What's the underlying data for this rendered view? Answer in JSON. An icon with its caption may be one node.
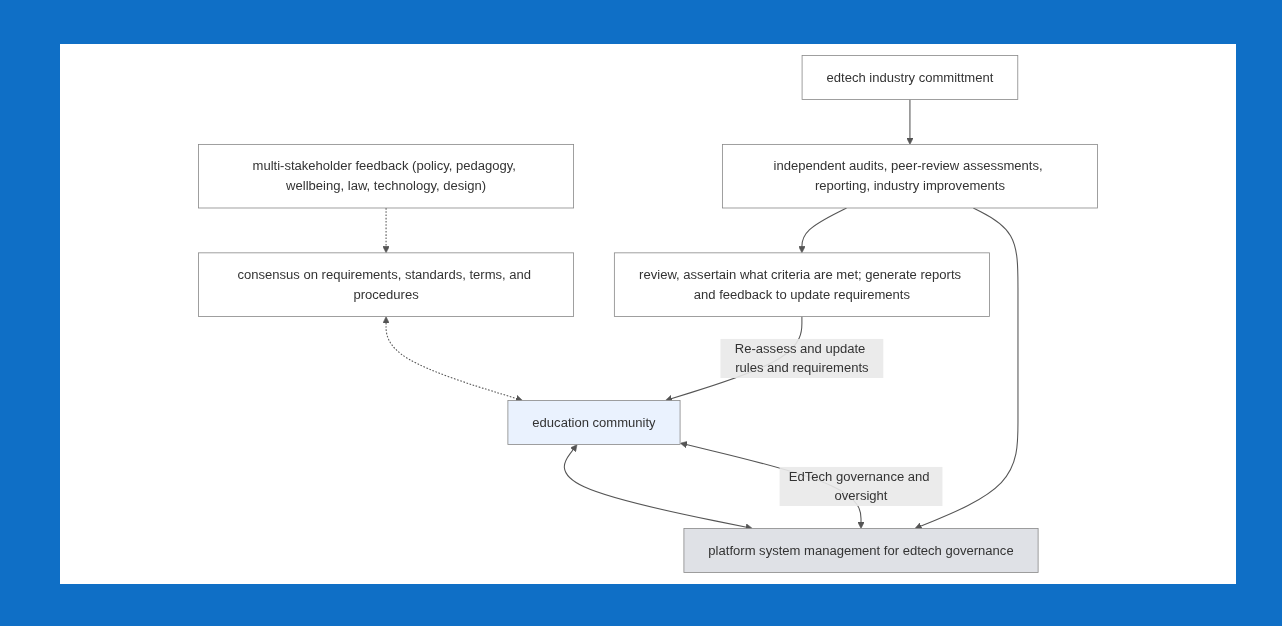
{
  "diagram": {
    "nodes": [
      {
        "text": [
          "multi-stakeholder feedback (policy, pedagogy, wellbeing, law, technology, design)"
        ]
      },
      {
        "text": [
          "edtech industry committment"
        ]
      },
      {
        "text": [
          "consensus on requirements, standards, terms, and procedures"
        ]
      },
      {
        "text": [
          "independent audits, peer-review assessments, reporting, industry improvements"
        ]
      },
      {
        "text": [
          "review, assertain what criteria are met; generate reports and feedback to update requirements"
        ]
      },
      {
        "text": [
          "education community"
        ]
      },
      {
        "text": [
          "platform system management for edtech governance"
        ]
      }
    ],
    "edges": [
      {
        "from": 0,
        "to": 2,
        "arrow": "to",
        "style": "dashed"
      },
      {
        "from": 1,
        "to": 3,
        "arrow": "to"
      },
      {
        "from": 3,
        "to": 4,
        "arrow": "to"
      },
      {
        "from": 2,
        "to": 5,
        "arrow": "both",
        "style": "dashed"
      },
      {
        "from": 3,
        "to": 6,
        "arrow": "to"
      },
      {
        "from": 5,
        "to": 6,
        "arrow": "both"
      },
      {
        "from": 4,
        "to": 5,
        "arrow": "to",
        "label": "Re-assess and update rules and requirements"
      },
      {
        "from": 5,
        "to": 6,
        "arrow": "both",
        "label": "EdTech governance and oversight"
      }
    ]
  }
}
